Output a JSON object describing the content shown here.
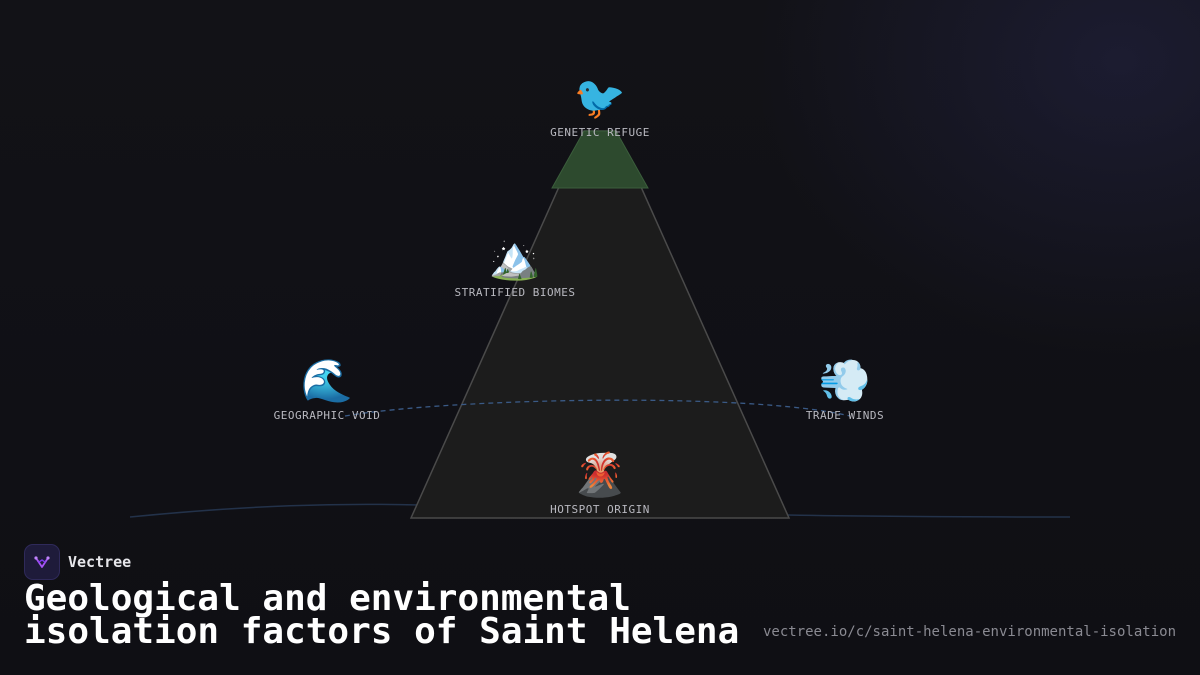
{
  "diagram": {
    "nodes": [
      {
        "id": "genetic-refuge",
        "label": "GENETIC REFUGE",
        "icon": "bird",
        "emoji": "🐦"
      },
      {
        "id": "stratified-biomes",
        "label": "STRATIFIED BIOMES",
        "icon": "snow-capped-mountain",
        "emoji": "🏔️"
      },
      {
        "id": "geographic-void",
        "label": "GEOGRAPHIC VOID",
        "icon": "water-wave",
        "emoji": "🌊"
      },
      {
        "id": "trade-winds",
        "label": "TRADE WINDS",
        "icon": "dashing-away",
        "emoji": "💨"
      },
      {
        "id": "hotspot-origin",
        "label": "HOTSPOT ORIGIN",
        "icon": "volcano",
        "emoji": "🌋"
      }
    ],
    "colors": {
      "mountain_fill": "#1c1c1c",
      "mountain_stroke": "#4a4a4a",
      "summit_fill": "#2d4a2e",
      "wind_arc": "#3a5a86",
      "ground_line": "#23324a"
    }
  },
  "footer": {
    "brand_name": "Vectree",
    "title": "Geological and environmental isolation factors of Saint Helena",
    "url": "vectree.io/c/saint-helena-environmental-isolation"
  }
}
